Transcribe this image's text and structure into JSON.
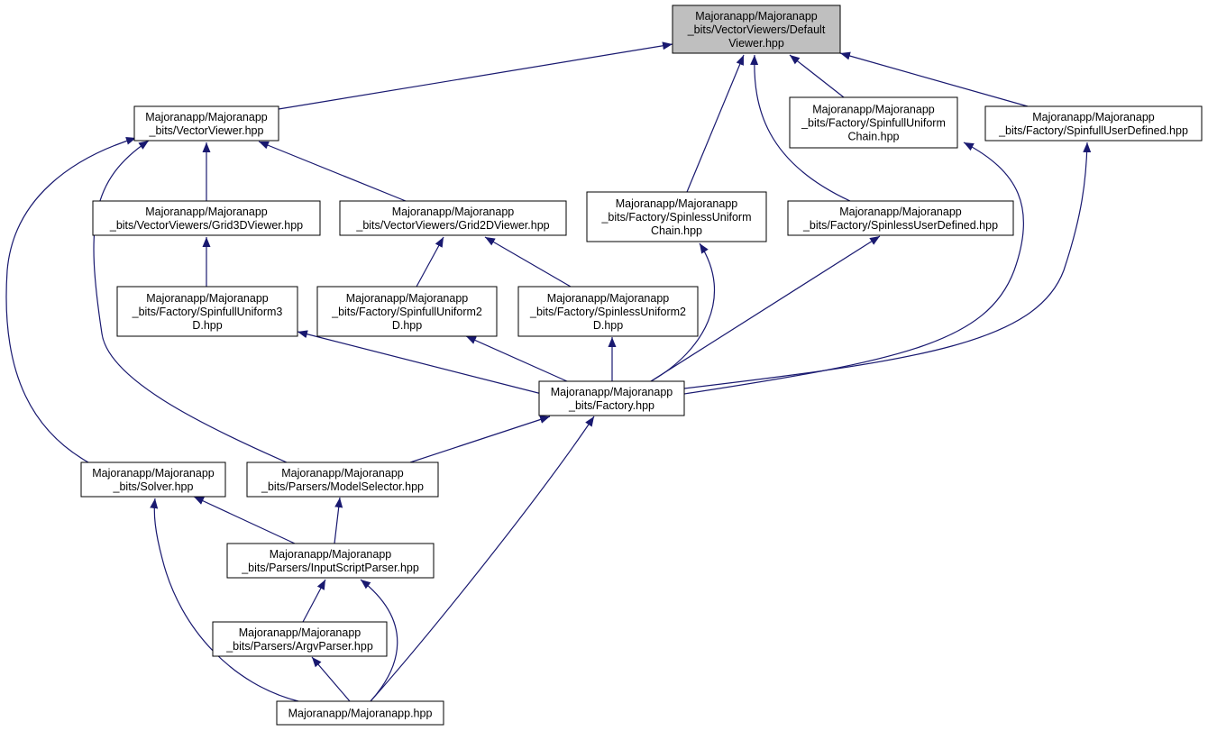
{
  "colors": {
    "edge": "#191970",
    "node_fill": "#ffffff",
    "highlight_fill": "#bfbfbf",
    "border": "#000000"
  },
  "nodes": [
    {
      "id": "defaultviewer",
      "lines": [
        "Majoranapp/Majoranapp",
        "_bits/VectorViewers/Default",
        "Viewer.hpp"
      ],
      "highlight": true
    },
    {
      "id": "vectorviewer",
      "lines": [
        "Majoranapp/Majoranapp",
        "_bits/VectorViewer.hpp"
      ]
    },
    {
      "id": "spinfull-uniform-chain",
      "lines": [
        "Majoranapp/Majoranapp",
        "_bits/Factory/SpinfullUniform",
        "Chain.hpp"
      ]
    },
    {
      "id": "spinfull-user-defined",
      "lines": [
        "Majoranapp/Majoranapp",
        "_bits/Factory/SpinfullUserDefined.hpp"
      ]
    },
    {
      "id": "grid3dviewer",
      "lines": [
        "Majoranapp/Majoranapp",
        "_bits/VectorViewers/Grid3DViewer.hpp"
      ]
    },
    {
      "id": "grid2dviewer",
      "lines": [
        "Majoranapp/Majoranapp",
        "_bits/VectorViewers/Grid2DViewer.hpp"
      ]
    },
    {
      "id": "spinless-uniform-chain",
      "lines": [
        "Majoranapp/Majoranapp",
        "_bits/Factory/SpinlessUniform",
        "Chain.hpp"
      ]
    },
    {
      "id": "spinless-user-defined",
      "lines": [
        "Majoranapp/Majoranapp",
        "_bits/Factory/SpinlessUserDefined.hpp"
      ]
    },
    {
      "id": "spinfull-uniform-3d",
      "lines": [
        "Majoranapp/Majoranapp",
        "_bits/Factory/SpinfullUniform3",
        "D.hpp"
      ]
    },
    {
      "id": "spinfull-uniform-2d",
      "lines": [
        "Majoranapp/Majoranapp",
        "_bits/Factory/SpinfullUniform2",
        "D.hpp"
      ]
    },
    {
      "id": "spinless-uniform-2d",
      "lines": [
        "Majoranapp/Majoranapp",
        "_bits/Factory/SpinlessUniform2",
        "D.hpp"
      ]
    },
    {
      "id": "factory",
      "lines": [
        "Majoranapp/Majoranapp",
        "_bits/Factory.hpp"
      ]
    },
    {
      "id": "solver",
      "lines": [
        "Majoranapp/Majoranapp",
        "_bits/Solver.hpp"
      ]
    },
    {
      "id": "model-selector",
      "lines": [
        "Majoranapp/Majoranapp",
        "_bits/Parsers/ModelSelector.hpp"
      ]
    },
    {
      "id": "input-script-parser",
      "lines": [
        "Majoranapp/Majoranapp",
        "_bits/Parsers/InputScriptParser.hpp"
      ]
    },
    {
      "id": "argv-parser",
      "lines": [
        "Majoranapp/Majoranapp",
        "_bits/Parsers/ArgvParser.hpp"
      ]
    },
    {
      "id": "majoranapp",
      "lines": [
        "Majoranapp/Majoranapp.hpp"
      ]
    }
  ],
  "edges": [
    {
      "from": "vectorviewer",
      "to": "defaultviewer"
    },
    {
      "from": "spinless-uniform-chain",
      "to": "defaultviewer"
    },
    {
      "from": "spinless-user-defined",
      "to": "defaultviewer"
    },
    {
      "from": "spinfull-uniform-chain",
      "to": "defaultviewer"
    },
    {
      "from": "spinfull-user-defined",
      "to": "defaultviewer"
    },
    {
      "from": "grid3dviewer",
      "to": "vectorviewer"
    },
    {
      "from": "grid2dviewer",
      "to": "vectorviewer"
    },
    {
      "from": "solver",
      "to": "vectorviewer"
    },
    {
      "from": "model-selector",
      "to": "vectorviewer"
    },
    {
      "from": "spinfull-uniform-3d",
      "to": "grid3dviewer"
    },
    {
      "from": "spinfull-uniform-2d",
      "to": "grid2dviewer"
    },
    {
      "from": "spinless-uniform-2d",
      "to": "grid2dviewer"
    },
    {
      "from": "factory",
      "to": "spinfull-uniform-3d"
    },
    {
      "from": "factory",
      "to": "spinfull-uniform-2d"
    },
    {
      "from": "factory",
      "to": "spinless-uniform-2d"
    },
    {
      "from": "factory",
      "to": "spinless-uniform-chain"
    },
    {
      "from": "factory",
      "to": "spinless-user-defined"
    },
    {
      "from": "factory",
      "to": "spinfull-uniform-chain"
    },
    {
      "from": "factory",
      "to": "spinfull-user-defined"
    },
    {
      "from": "model-selector",
      "to": "factory"
    },
    {
      "from": "majoranapp",
      "to": "factory"
    },
    {
      "from": "input-script-parser",
      "to": "solver"
    },
    {
      "from": "input-script-parser",
      "to": "model-selector"
    },
    {
      "from": "argv-parser",
      "to": "input-script-parser"
    },
    {
      "from": "majoranapp",
      "to": "input-script-parser"
    },
    {
      "from": "majoranapp",
      "to": "argv-parser"
    },
    {
      "from": "majoranapp",
      "to": "solver"
    }
  ]
}
